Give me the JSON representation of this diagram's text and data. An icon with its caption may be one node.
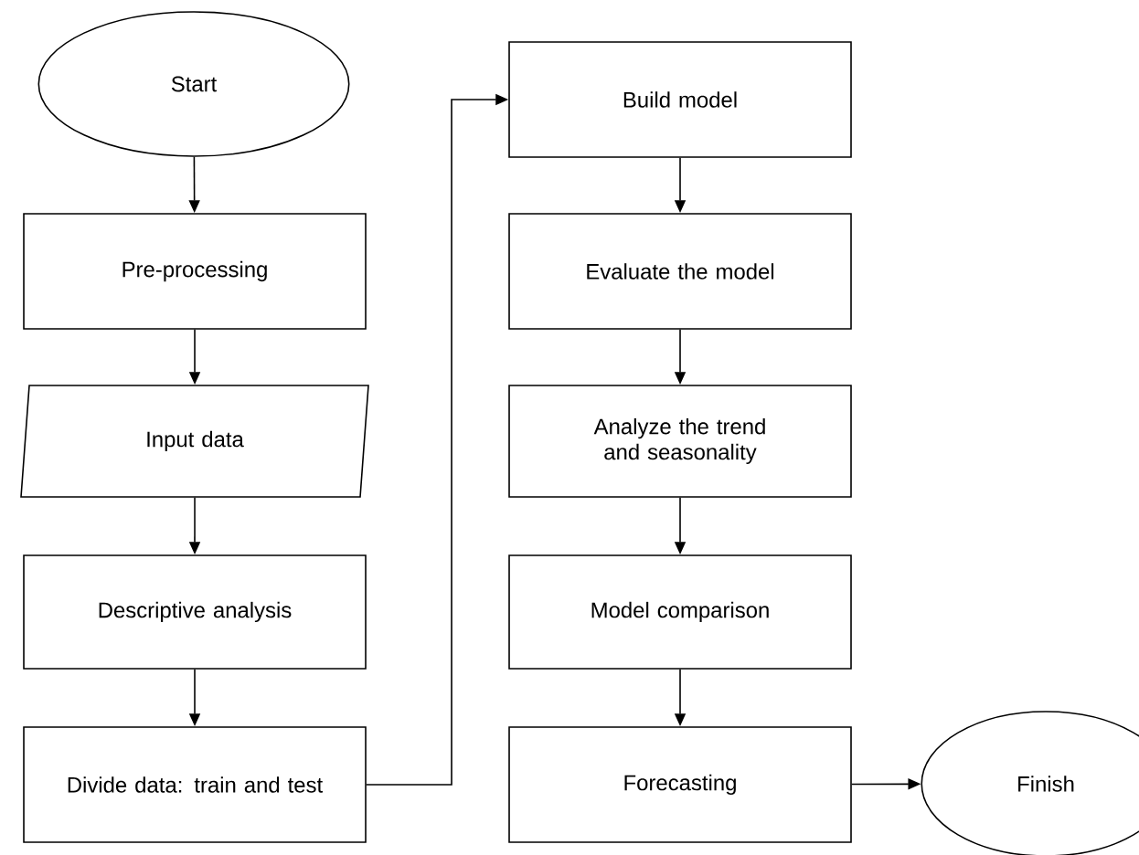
{
  "diagram": {
    "nodes": [
      {
        "text": [
          "Start"
        ]
      },
      {
        "text": [
          "Pre-processing"
        ]
      },
      {
        "text": [
          "Input data"
        ]
      },
      {
        "text": [
          "Descriptive analysis"
        ]
      },
      {
        "text": [
          "Divide data: train and test"
        ]
      },
      {
        "text": [
          "Build model"
        ]
      },
      {
        "text": [
          "Evaluate the model"
        ]
      },
      {
        "text": [
          "Analyze the trend and seasonality"
        ]
      },
      {
        "text": [
          "Model comparison"
        ]
      },
      {
        "text": [
          "Forecasting"
        ]
      },
      {
        "text": [
          "Finish"
        ]
      }
    ],
    "edges": [
      {
        "from": 0,
        "to": 1,
        "arrow": "to"
      },
      {
        "from": 1,
        "to": 2,
        "arrow": "to"
      },
      {
        "from": 2,
        "to": 3,
        "arrow": "to"
      },
      {
        "from": 3,
        "to": 4,
        "arrow": "to"
      },
      {
        "from": 4,
        "to": 5,
        "arrow": "to"
      },
      {
        "from": 5,
        "to": 6,
        "arrow": "to"
      },
      {
        "from": 6,
        "to": 7,
        "arrow": "to"
      },
      {
        "from": 7,
        "to": 8,
        "arrow": "to"
      },
      {
        "from": 8,
        "to": 9,
        "arrow": "to"
      },
      {
        "from": 9,
        "to": 10,
        "arrow": "to"
      }
    ]
  }
}
